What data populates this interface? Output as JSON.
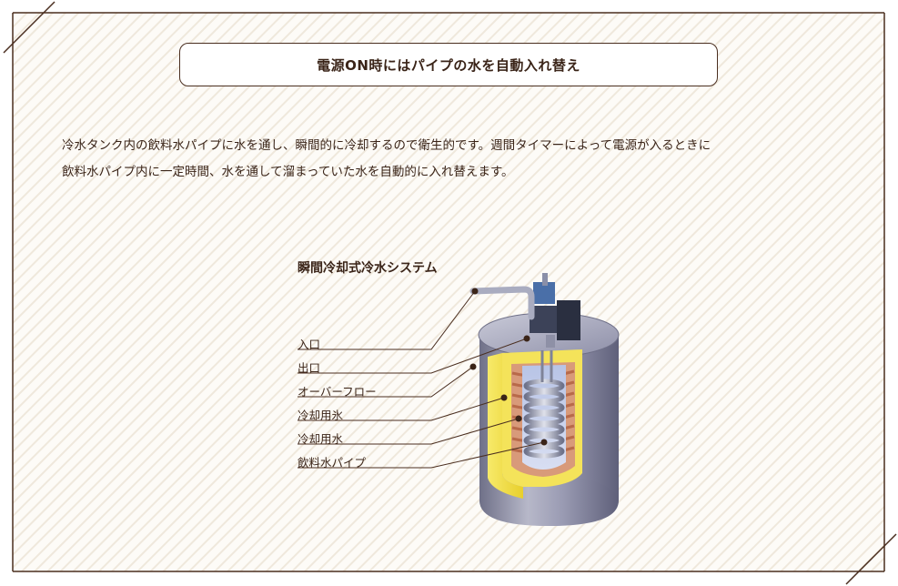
{
  "heading": "電源ON時にはパイプの水を自動入れ替え",
  "description": [
    "冷水タンク内の飲料水パイプに水を通し、瞬間的に冷却するので衛生的です。週間タイマーによって電源が入るときに",
    "飲料水パイプ内に一定時間、水を通して溜まっていた水を自動的に入れ替えます。"
  ],
  "diagram": {
    "title": "瞬間冷却式冷水システム",
    "labels": [
      "入口",
      "出口",
      "オーバーフロー",
      "冷却用氷",
      "冷却用水",
      "飲料水パイプ"
    ]
  },
  "colors": {
    "frame": "#4a2e1f",
    "text": "#3a2418",
    "stripe": "#efe8dc",
    "insulation": "#f2e04a",
    "tank": "#8e8fa8"
  }
}
